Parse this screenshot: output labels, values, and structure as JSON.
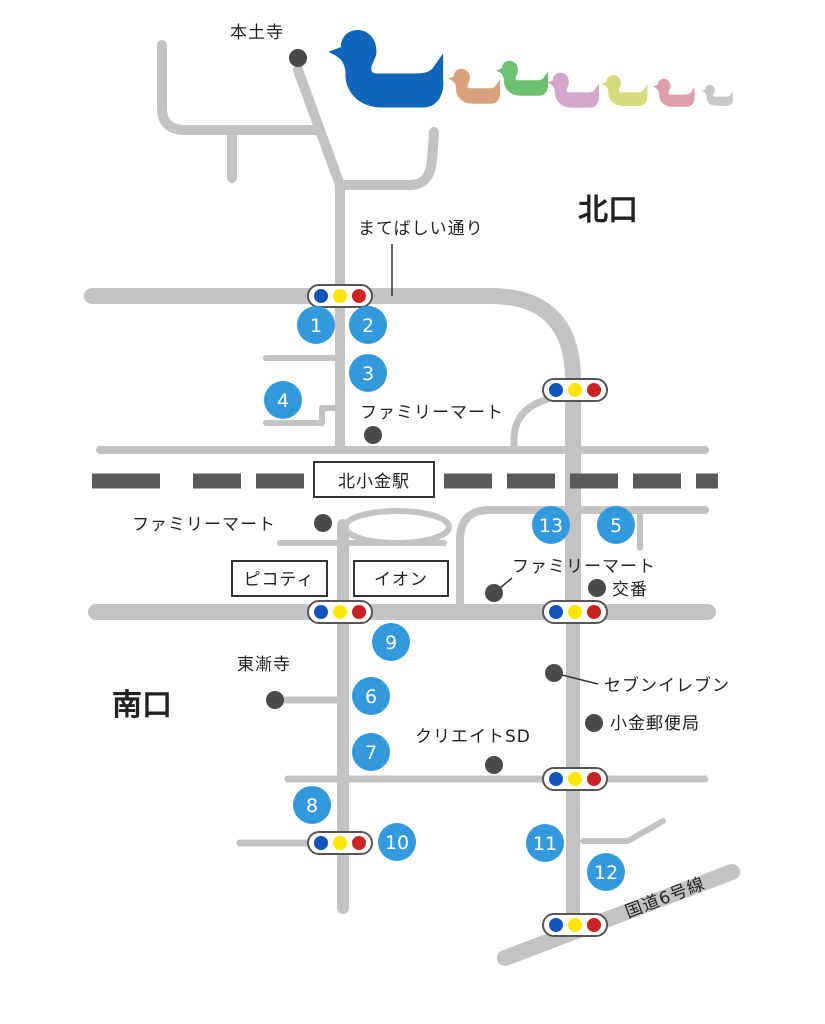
{
  "colors": {
    "road": "#c3c3c3",
    "rail_dash": "#5a5a5a",
    "marker": "#3399dd",
    "poi": "#4a4a4a",
    "signal_blue": "#1155bb",
    "signal_yellow": "#ffe600",
    "signal_red": "#cc2222",
    "duck_main": "#1166bb"
  },
  "labels": {
    "hondoji": "本土寺",
    "kitaguchi": "北口",
    "matebashi": "まてばしい通り",
    "familymart_n": "ファミリーマート",
    "station": "北小金駅",
    "familymart_w": "ファミリーマート",
    "picoty": "ピコティ",
    "aeon": "イオン",
    "familymart_s": "ファミリーマート",
    "koban": "交番",
    "tozenji": "東漸寺",
    "minamiguchi": "南口",
    "seven": "セブンイレブン",
    "post": "小金郵便局",
    "create": "クリエイトSD",
    "route6": "国道6号線"
  },
  "markers": [
    "1",
    "2",
    "3",
    "4",
    "5",
    "6",
    "7",
    "8",
    "9",
    "10",
    "11",
    "12",
    "13"
  ],
  "icons": [
    "duck-icon",
    "traffic-light-icon"
  ]
}
